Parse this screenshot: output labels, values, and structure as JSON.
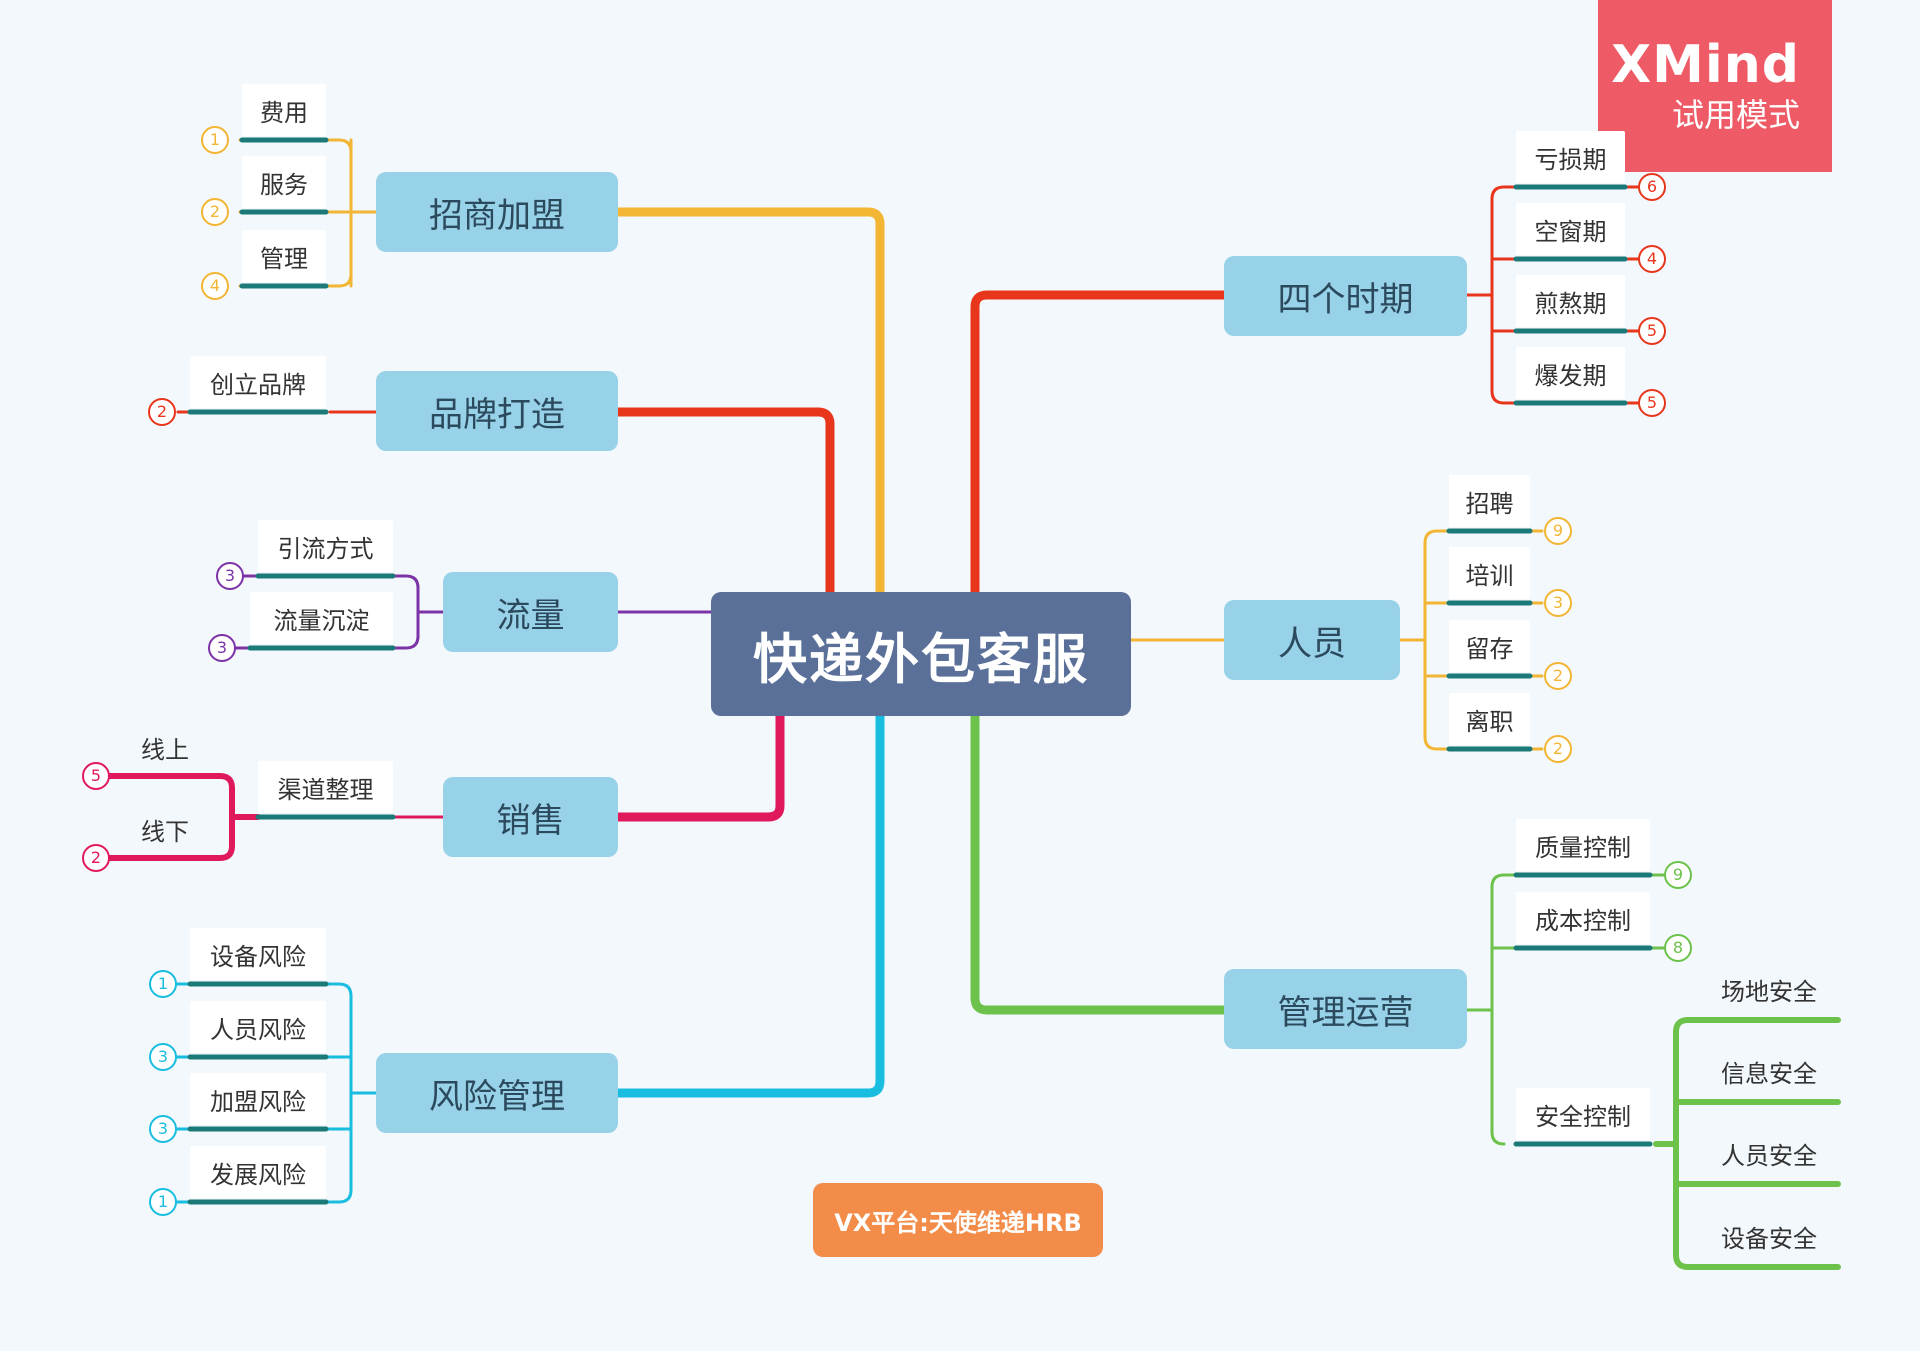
{
  "central_topic": "快递外包客服",
  "watermark": {
    "brand": "XMind",
    "mode": "试用模式"
  },
  "credit_label": "VX平台:天使维递HRB",
  "colors": {
    "yellow": "#f2b534",
    "red": "#e8361d",
    "orange_red": "#e8361d",
    "purple": "#7c33a6",
    "magenta": "#e0195c",
    "cyan": "#19bde0",
    "green": "#6cc24a",
    "underline": "#1b7a78"
  },
  "branches": {
    "zhaoshang": {
      "label": "招商加盟",
      "children": [
        {
          "label": "费用",
          "count": "1"
        },
        {
          "label": "服务",
          "count": "2"
        },
        {
          "label": "管理",
          "count": "4"
        }
      ]
    },
    "pinpai": {
      "label": "品牌打造",
      "children": [
        {
          "label": "创立品牌",
          "count": "2"
        }
      ]
    },
    "liuliang": {
      "label": "流量",
      "children": [
        {
          "label": "引流方式",
          "count": "3"
        },
        {
          "label": "流量沉淀",
          "count": "3"
        }
      ]
    },
    "xiaoshou": {
      "label": "销售",
      "children": [
        {
          "label": "渠道整理",
          "children": [
            {
              "label": "线上",
              "count": "5"
            },
            {
              "label": "线下",
              "count": "2"
            }
          ]
        }
      ]
    },
    "fengxian": {
      "label": "风险管理",
      "children": [
        {
          "label": "设备风险",
          "count": "1"
        },
        {
          "label": "人员风险",
          "count": "3"
        },
        {
          "label": "加盟风险",
          "count": "3"
        },
        {
          "label": "发展风险",
          "count": "1"
        }
      ]
    },
    "shiqi": {
      "label": "四个时期",
      "children": [
        {
          "label": "亏损期",
          "count": "6"
        },
        {
          "label": "空窗期",
          "count": "4"
        },
        {
          "label": "煎熬期",
          "count": "5"
        },
        {
          "label": "爆发期",
          "count": "5"
        }
      ]
    },
    "renyuan": {
      "label": "人员",
      "children": [
        {
          "label": "招聘",
          "count": "9"
        },
        {
          "label": "培训",
          "count": "3"
        },
        {
          "label": "留存",
          "count": "2"
        },
        {
          "label": "离职",
          "count": "2"
        }
      ]
    },
    "guanli": {
      "label": "管理运营",
      "children": [
        {
          "label": "质量控制",
          "count": "9"
        },
        {
          "label": "成本控制",
          "count": "8"
        },
        {
          "label": "安全控制",
          "children": [
            {
              "label": "场地安全"
            },
            {
              "label": "信息安全"
            },
            {
              "label": "人员安全"
            },
            {
              "label": "设备安全"
            }
          ]
        }
      ]
    }
  }
}
